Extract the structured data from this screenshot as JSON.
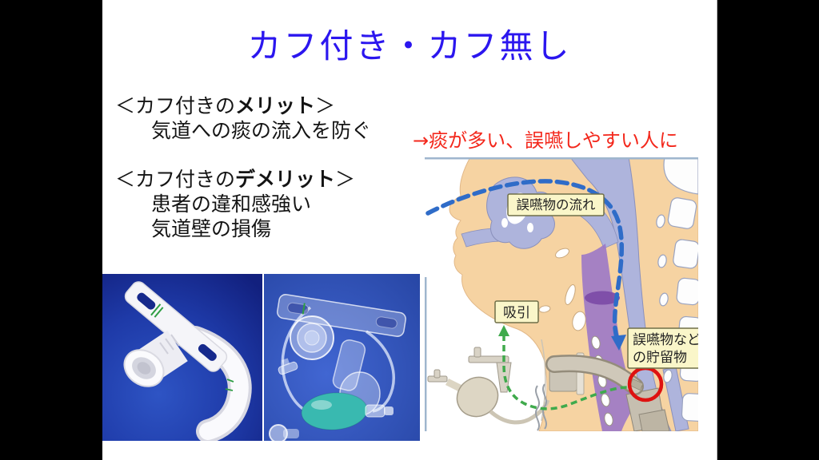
{
  "slide": {
    "title": "カフ付き・カフ無し",
    "merit": {
      "heading_open": "＜カフ付きの",
      "heading_bold": "メリット",
      "heading_close": "＞",
      "line": "気道への痰の流入を防ぐ"
    },
    "demerit": {
      "heading_open": "＜カフ付きの",
      "heading_bold": "デメリット",
      "heading_close": "＞",
      "lines": [
        "患者の違和感強い",
        "気道壁の損傷"
      ]
    },
    "annotation": "→痰が多い、誤嚥しやすい人に",
    "diagram": {
      "labels": {
        "flow": "誤嚥物の流れ",
        "suction": "吸引",
        "retention1": "誤嚥物など",
        "retention2": "の貯留物"
      },
      "colors": {
        "skin": "#F6D3A2",
        "cavity": "#AEB4DC",
        "pharynx": "#9C78C6",
        "pharynx_dark": "#7C4CA8",
        "tube_gray": "#CFC8B9",
        "flow_blue": "#2F6CC8",
        "suction_green": "#3FAA4C",
        "highlight_red": "#DE1210",
        "label_bg": "#FAF6C9"
      }
    },
    "colors": {
      "title_blue": "#2B16EF",
      "annotation_red": "#F3271B",
      "photo_bg_left_deep": "#12207E",
      "photo_bg_right_deep": "#24429F",
      "pilot_balloon_teal": "#39B9B0",
      "letterbox": "#000000"
    }
  }
}
